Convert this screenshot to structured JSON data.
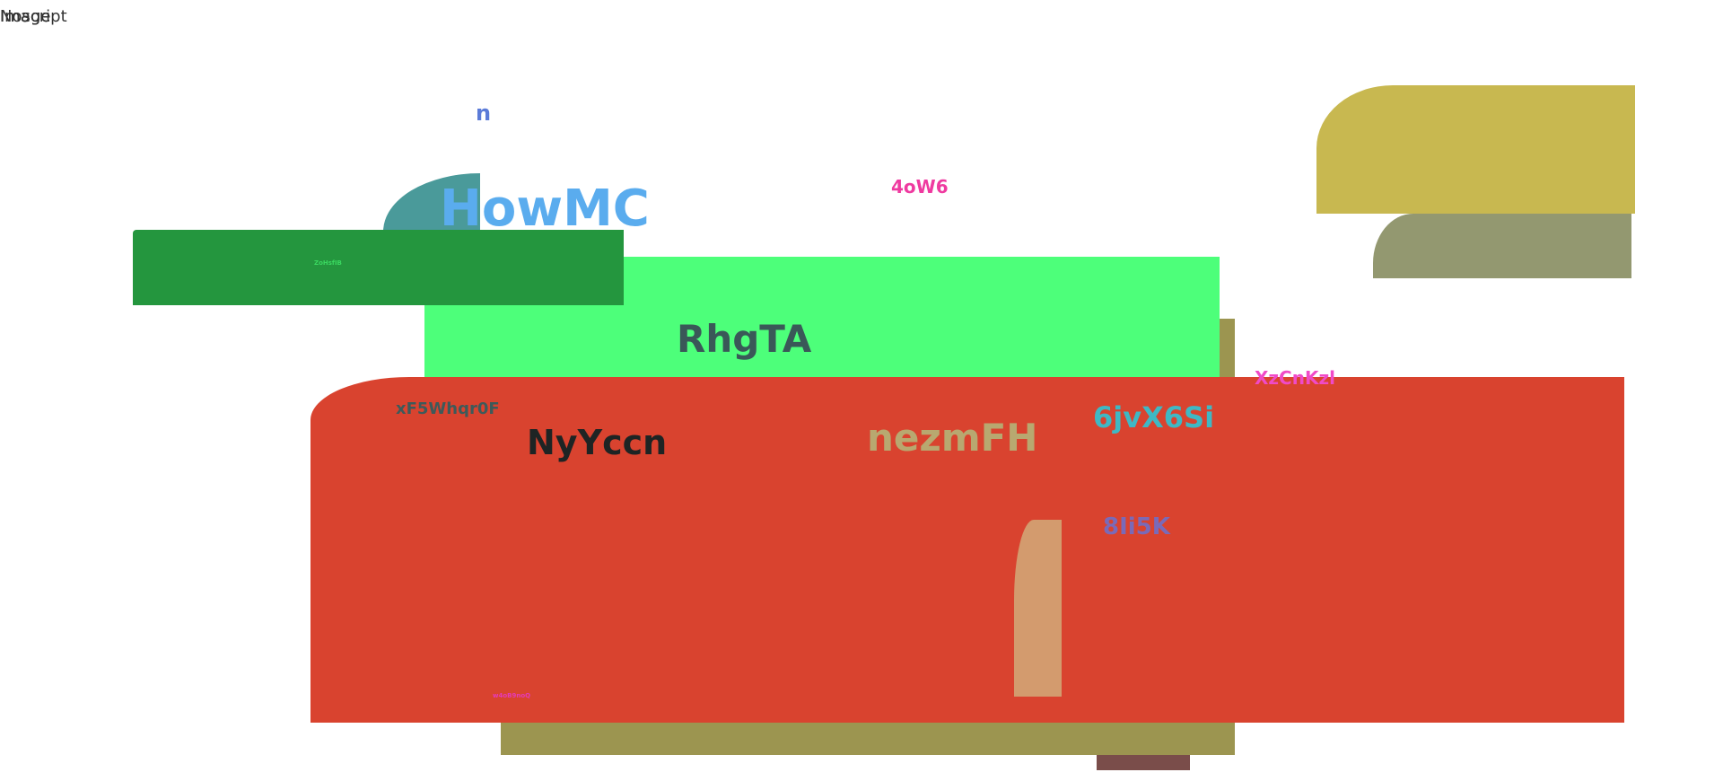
{
  "overlay": {
    "texts": [
      "Noscript",
      "Image",
      "Image",
      "Image"
    ]
  },
  "labels": {
    "n": "n",
    "howmc": "HowMC",
    "zo": "ZoHsfIB",
    "fouro": "4oW6",
    "rhgta": "RhgTA",
    "xzcn": "XzCnKzl",
    "xf5": "xF5Whqr0F",
    "nyyccn": "NyYccn",
    "nezmfh": "nezmFH",
    "sixjv": "6jvX6Si",
    "eightli": "8Ii5K",
    "small_pink": "w4oB9noQ"
  },
  "colors": {
    "teal_quarter": "#4a9a9a",
    "green_bar": "#24963e",
    "light_green": "#4dff7a",
    "olive_strip": "#9c9550",
    "red_block": "#d9432f",
    "tan_pill": "#d39b6e",
    "mustard": "#c8b850",
    "khaki": "#939870",
    "brown": "#7a4d4a",
    "blue_text": "#5aacee",
    "pink_text": "#ef3aa0",
    "dark_text": "#243d3d",
    "cyan_text": "#3fb8c4",
    "purple_text": "#7a6ab8"
  }
}
